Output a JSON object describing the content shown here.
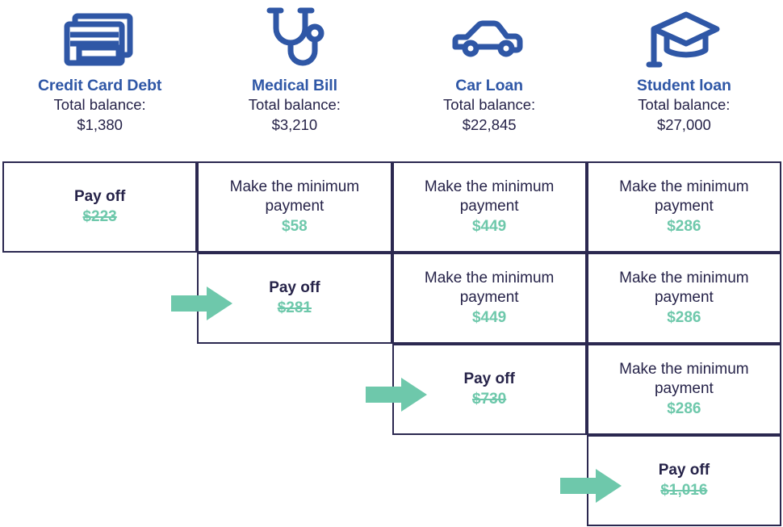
{
  "columns": [
    {
      "icon": "credit-card-icon",
      "title": "Credit Card Debt",
      "balance_label": "Total balance:",
      "balance": "$1,380"
    },
    {
      "icon": "stethoscope-icon",
      "title": "Medical Bill",
      "balance_label": "Total balance:",
      "balance": "$3,210"
    },
    {
      "icon": "car-icon",
      "title": "Car Loan",
      "balance_label": "Total balance:",
      "balance": "$22,845"
    },
    {
      "icon": "graduation-cap-icon",
      "title": "Student loan",
      "balance_label": "Total balance:",
      "balance": "$27,000"
    }
  ],
  "rows": [
    {
      "cells": [
        {
          "column": 0,
          "action": "Pay off",
          "amount": "$223",
          "paid_off": true
        },
        {
          "column": 1,
          "action": "Make the minimum\npayment",
          "amount": "$58",
          "paid_off": false
        },
        {
          "column": 2,
          "action": "Make the minimum\npayment",
          "amount": "$449",
          "paid_off": false
        },
        {
          "column": 3,
          "action": "Make the minimum\npayment",
          "amount": "$286",
          "paid_off": false
        }
      ]
    },
    {
      "cells": [
        {
          "column": 1,
          "action": "Pay off",
          "amount": "$281",
          "paid_off": true
        },
        {
          "column": 2,
          "action": "Make the minimum\npayment",
          "amount": "$449",
          "paid_off": false
        },
        {
          "column": 3,
          "action": "Make the minimum\npayment",
          "amount": "$286",
          "paid_off": false
        }
      ]
    },
    {
      "cells": [
        {
          "column": 2,
          "action": "Pay off",
          "amount": "$730",
          "paid_off": true
        },
        {
          "column": 3,
          "action": "Make the minimum\npayment",
          "amount": "$286",
          "paid_off": false
        }
      ]
    },
    {
      "cells": [
        {
          "column": 3,
          "action": "Pay off",
          "amount": "$1,016",
          "paid_off": true
        }
      ]
    }
  ],
  "arrows": [
    {
      "name": "arrow-to-medical-bill-payoff",
      "row": 1,
      "column": 1
    },
    {
      "name": "arrow-to-car-loan-payoff",
      "row": 2,
      "column": 2
    },
    {
      "name": "arrow-to-student-loan-payoff",
      "row": 3,
      "column": 3
    }
  ],
  "colors": {
    "icon_blue": "#2F57A6",
    "title_blue": "#2F57A6",
    "text_navy": "#262349",
    "border_navy": "#2B2850",
    "accent_green": "#6EC8AB",
    "background": "#FFFFFF"
  }
}
